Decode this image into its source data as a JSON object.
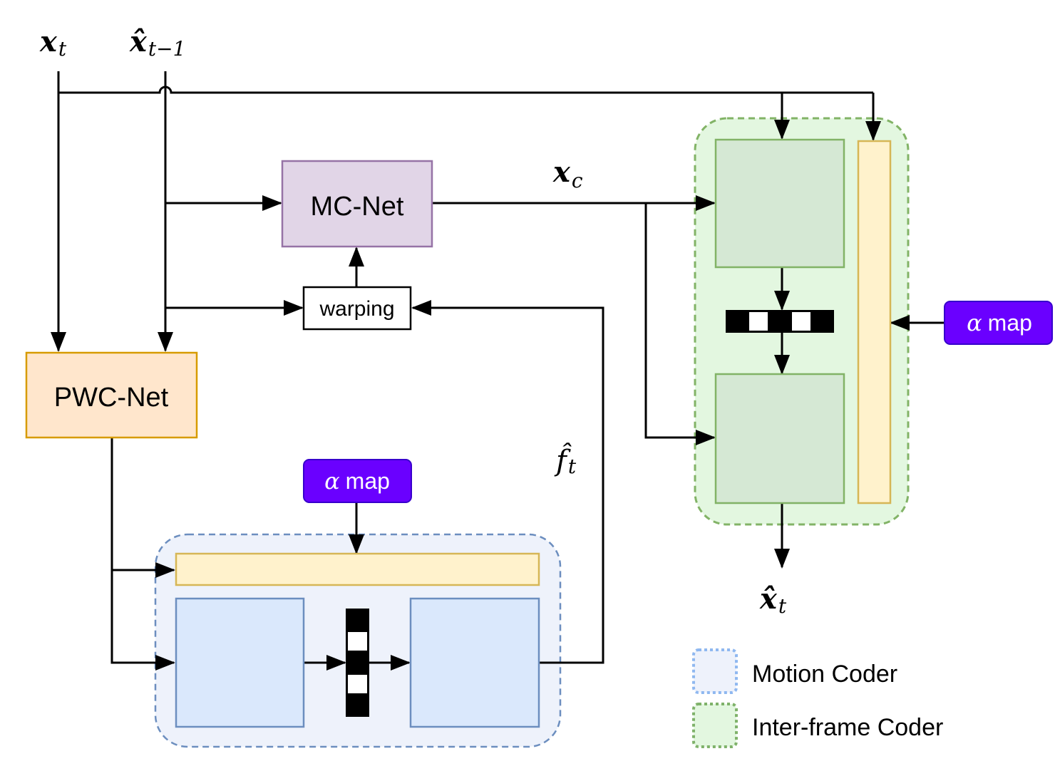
{
  "inputs": {
    "x_t": {
      "base": "x",
      "sub": "t"
    },
    "x_hat_prev": {
      "base": "x̂",
      "sub": "t−1"
    }
  },
  "blocks": {
    "mc_net": "MC-Net",
    "warping": "warping",
    "pwc_net": "PWC-Net",
    "alpha_map_motion": {
      "symbol": "α",
      "text": "map"
    },
    "alpha_map_inter": {
      "symbol": "α",
      "text": "map"
    }
  },
  "signals": {
    "x_c": {
      "base": "x",
      "sub": "c"
    },
    "f_hat_t": {
      "base": "f̂",
      "sub": "t"
    },
    "x_hat_t": {
      "base": "x̂",
      "sub": "t"
    }
  },
  "legend": {
    "items": [
      {
        "label": "Motion Coder",
        "fill": "#eef2fb",
        "stroke": "#8fb8f0"
      },
      {
        "label": "Inter-frame Coder",
        "fill": "#e3f7e0",
        "stroke": "#7fb26a"
      }
    ]
  },
  "colors": {
    "mc_net_fill": "#e1d5e7",
    "mc_net_stroke": "#9673a6",
    "pwc_fill": "#ffe6cc",
    "pwc_stroke": "#d79b00",
    "alpha_fill": "#6a00ff",
    "alpha_stroke": "#3700cc",
    "cond_fill": "#fff2cc",
    "cond_stroke": "#d6b656",
    "motion_block_fill": "#dae8fc",
    "motion_block_stroke": "#6c8ebf",
    "inter_block_fill": "#d5e8d4",
    "inter_block_stroke": "#82b366"
  }
}
